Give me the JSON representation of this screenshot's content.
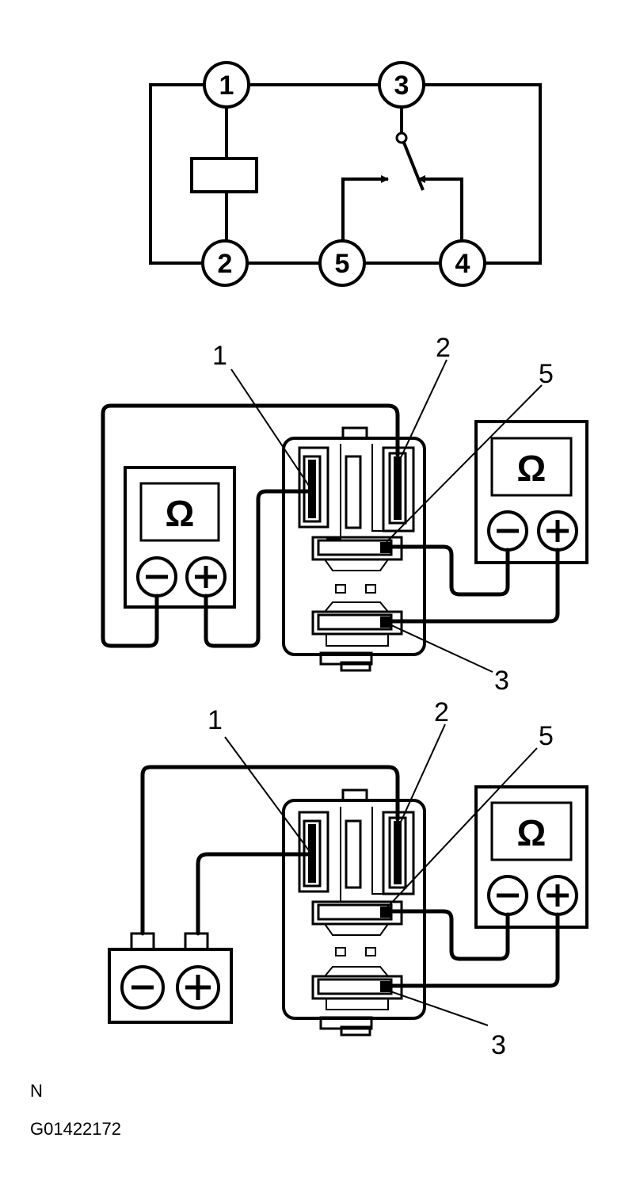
{
  "schematic": {
    "nodes": [
      "1",
      "3",
      "2",
      "5",
      "4"
    ]
  },
  "test_1": {
    "callouts": [
      "1",
      "2",
      "5",
      "3"
    ],
    "meter_left_symbol": "Ω",
    "meter_right_symbol": "Ω"
  },
  "test_2": {
    "callouts": [
      "1",
      "2",
      "5",
      "3"
    ],
    "meter_symbol": "Ω"
  },
  "footer": {
    "letter": "N",
    "code": "G01422172"
  }
}
